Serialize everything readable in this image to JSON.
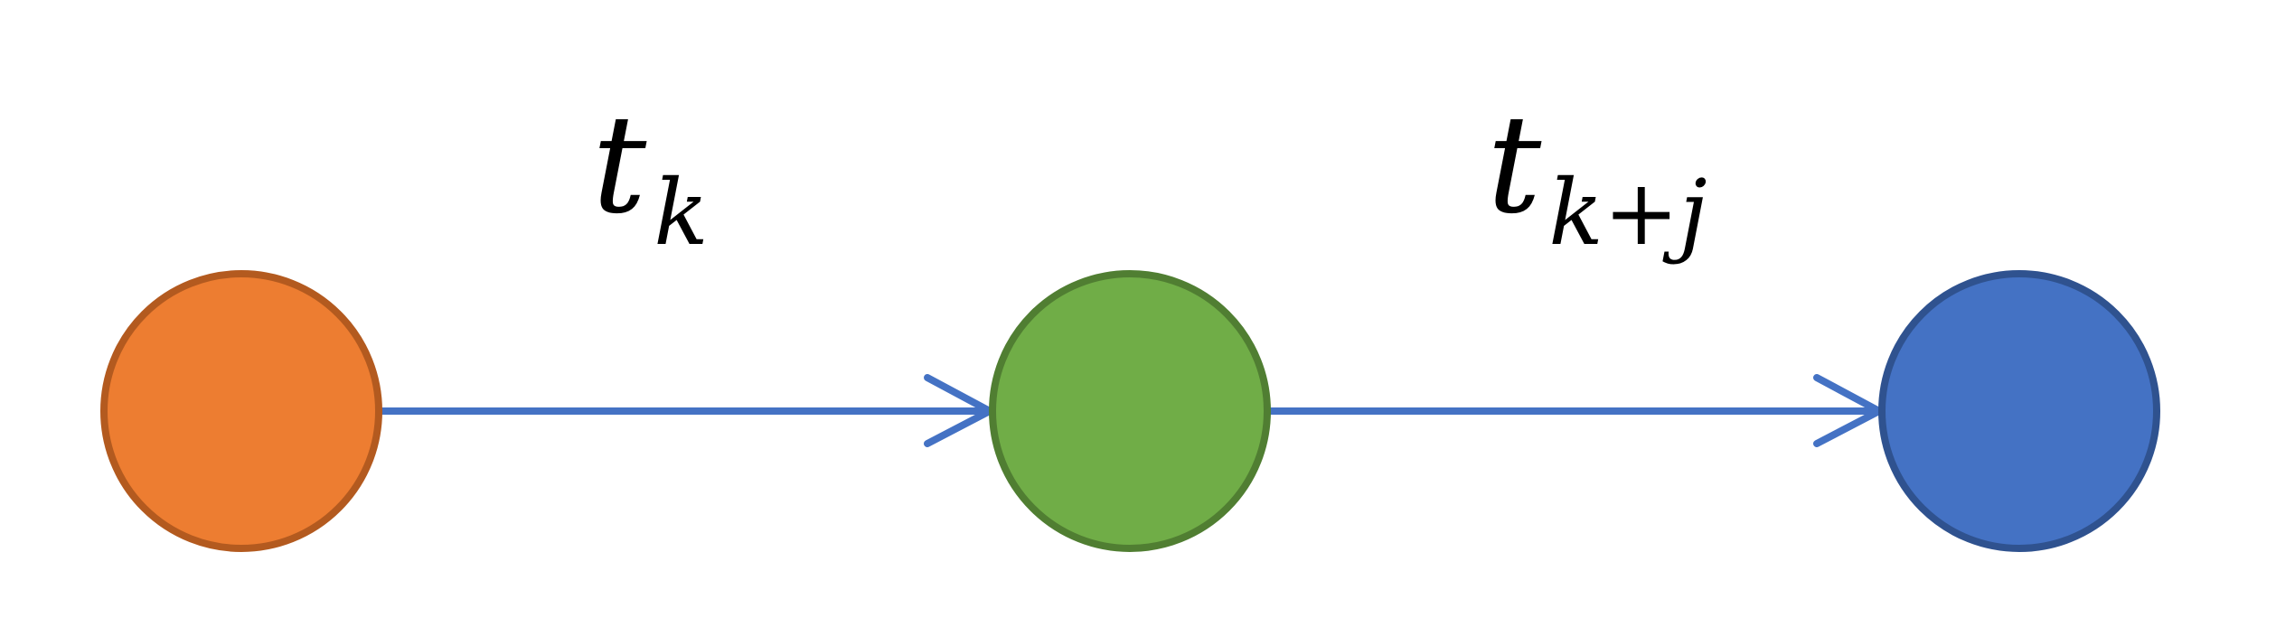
{
  "nodes": [
    {
      "name": "orange-node",
      "fill": "#ED7D31",
      "stroke": "#B35A1F"
    },
    {
      "name": "green-node",
      "fill": "#70AD47",
      "stroke": "#507E32"
    },
    {
      "name": "blue-node",
      "fill": "#4472C4",
      "stroke": "#2F528F"
    }
  ],
  "edges": [
    {
      "from": "orange-node",
      "to": "green-node",
      "color": "#4472C4",
      "label": {
        "base": "t",
        "sub": "k"
      }
    },
    {
      "from": "green-node",
      "to": "blue-node",
      "color": "#4472C4",
      "label": {
        "base": "t",
        "sub": "k+j"
      }
    }
  ]
}
